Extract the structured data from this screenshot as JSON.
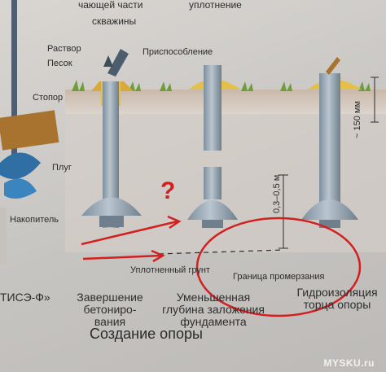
{
  "labels": {
    "top_left_1": "чающей части",
    "top_left_2": "скважины",
    "top_right": "уплотнение",
    "mortar": "Раствор",
    "sand": "Песок",
    "fixture": "Приспособление",
    "post": "Стопор",
    "plow": "Плуг",
    "collector": "Накопитель",
    "compacted_soil": "Уплотненный грунт",
    "freeze_boundary": "Граница промерзания",
    "depth_150": "~ 150 мм",
    "depth_03_05": "0,3–0,5 м",
    "tise": "ТИСЭ-Ф»"
  },
  "captions": {
    "step1": [
      "Завершение",
      "бетониро-",
      "вания"
    ],
    "step2": [
      "Уменьшенная",
      "глубина заложения",
      "фундамента"
    ],
    "step3": [
      "Гидроизоляция",
      "торца опоры"
    ]
  },
  "annotation": {
    "question_mark": "?",
    "annotation_color": "#d21f1f"
  },
  "title": "Создание опоры",
  "watermark": "MYSKU.ru"
}
